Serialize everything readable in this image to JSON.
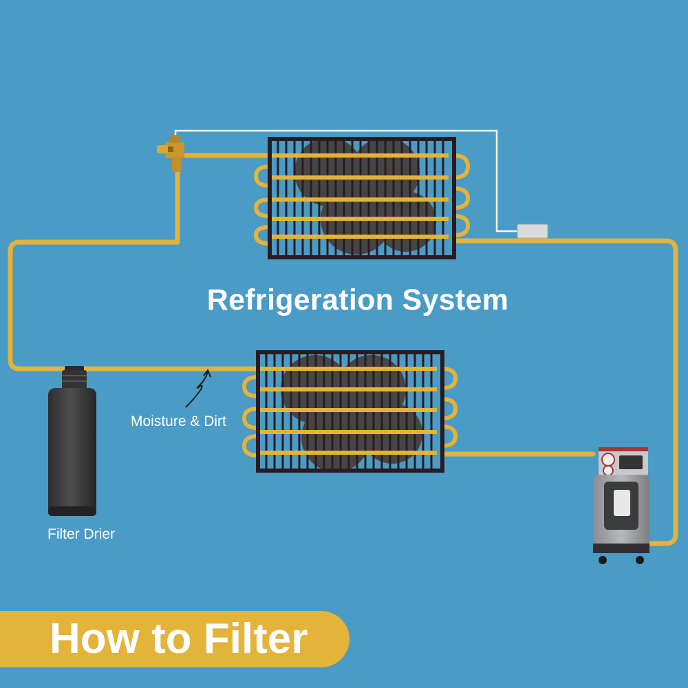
{
  "title": "Refrigeration System",
  "labels": {
    "moisture": "Moisture & Dirt",
    "filter_drier": "Filter Drier"
  },
  "banner": "How to Filter",
  "colors": {
    "background": "#4a9bc6",
    "pipe": "#e3b33a",
    "coil_frame": "#2a1c1e",
    "fan": "#454545",
    "capillary_line": "#ffffff",
    "filter_body": "#3b3b3b"
  },
  "icons": {
    "valve": "expansion-valve-icon",
    "filter": "filter-drier-icon",
    "machine": "recovery-machine-icon"
  }
}
